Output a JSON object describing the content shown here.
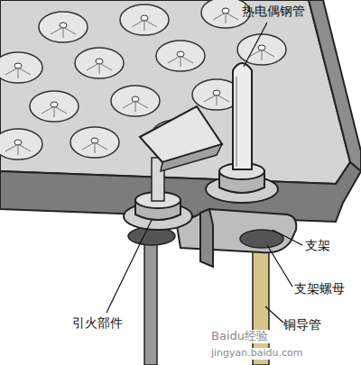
{
  "diagram": {
    "labels": [
      "热电偶钢管",
      "支架",
      "支架螺母",
      "铜导管",
      "引火部件",
      "Baidu经验",
      "jingyan.baidu.com"
    ]
  }
}
